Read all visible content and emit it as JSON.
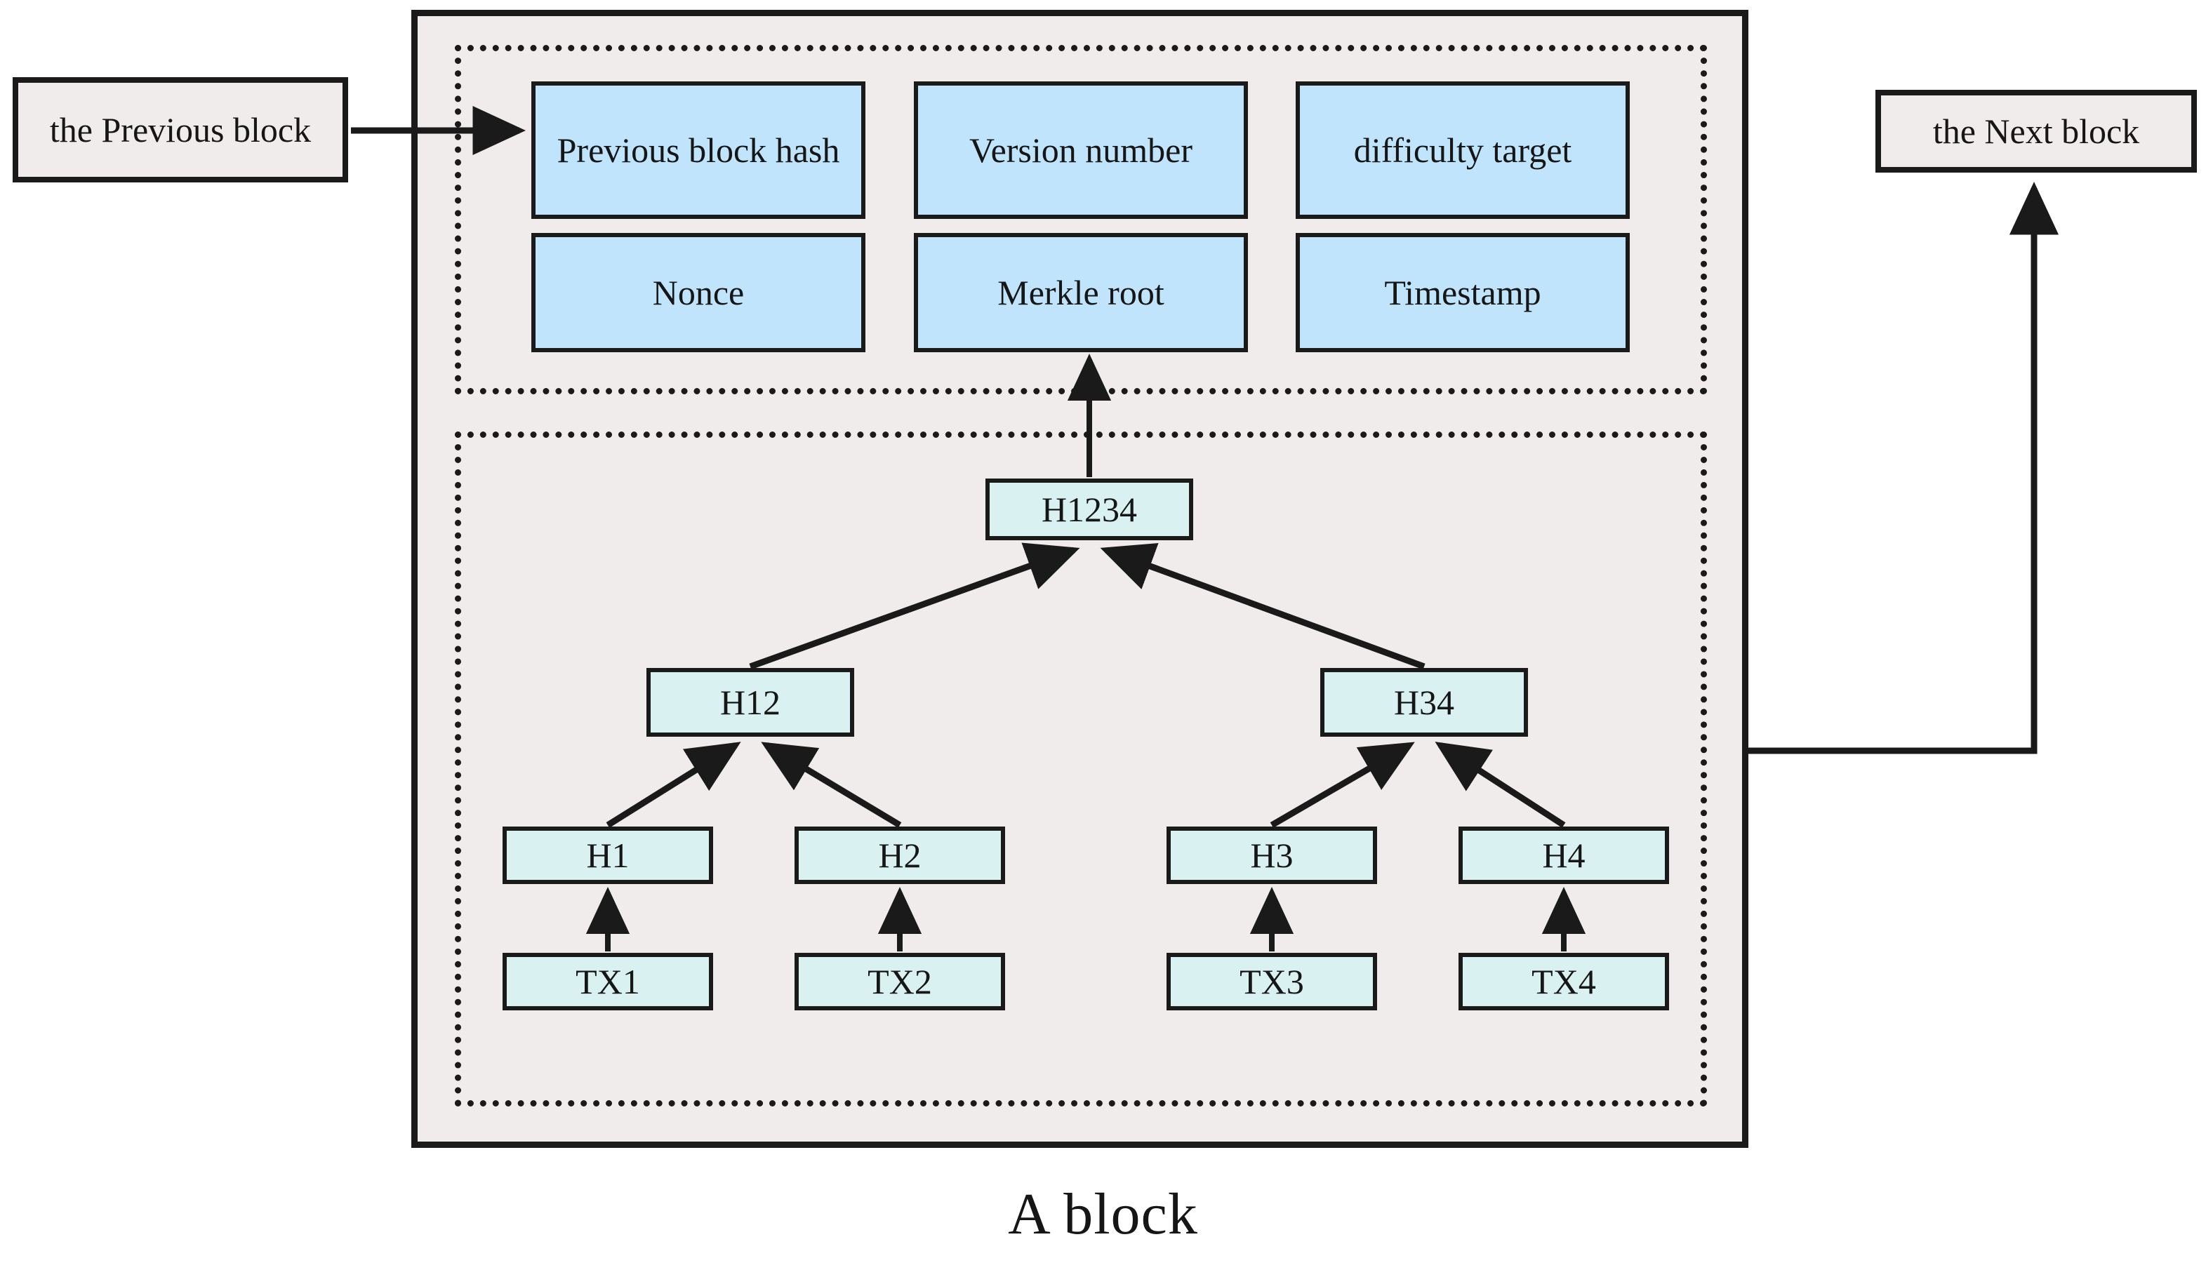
{
  "diagram": {
    "caption": "A block",
    "frame_fill": "#efeceb",
    "stroke": "#1a1a1a",
    "header_field_fill": "#bfe4fb",
    "tree_node_fill": "#daf1f1"
  },
  "neighbours": {
    "previous": "the Previous block",
    "next": "the Next block"
  },
  "block_header": {
    "fields": [
      {
        "id": "prev-hash",
        "label": "Previous block hash"
      },
      {
        "id": "version",
        "label": "Version number"
      },
      {
        "id": "difficulty",
        "label": "difficulty target"
      },
      {
        "id": "nonce",
        "label": "Nonce"
      },
      {
        "id": "merkle-root",
        "label": "Merkle root"
      },
      {
        "id": "timestamp",
        "label": "Timestamp"
      }
    ]
  },
  "merkle_tree": {
    "root": "H1234",
    "level2": [
      "H12",
      "H34"
    ],
    "hashes": [
      "H1",
      "H2",
      "H3",
      "H4"
    ],
    "transactions": [
      "TX1",
      "TX2",
      "TX3",
      "TX4"
    ]
  }
}
